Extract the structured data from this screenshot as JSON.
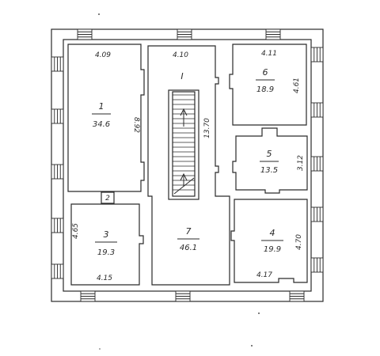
{
  "rooms": [
    {
      "id": "1",
      "label": "1",
      "area": "34.6",
      "code": "4.09",
      "dimension": "8.92"
    },
    {
      "id": "6",
      "label": "6",
      "area": "18.9",
      "code": "4.11",
      "dimension": "4.61"
    },
    {
      "id": "5",
      "label": "5",
      "area": "13.5",
      "dimension": "3.12"
    },
    {
      "id": "3",
      "label": "3",
      "area": "19.3",
      "code": "4.15",
      "dimension": "4.65"
    },
    {
      "id": "7",
      "label": "7",
      "area": "46.1",
      "dimension": "13.70"
    },
    {
      "id": "4",
      "label": "4",
      "area": "19.9",
      "code": "4.17",
      "dimension": "4.70"
    },
    {
      "id": "corridor",
      "code": "4.10"
    }
  ],
  "marks": {
    "small_room": "2",
    "stair_landing": "I"
  },
  "colors": {
    "ink": "#2a2a2a",
    "paper": "#ffffff"
  }
}
